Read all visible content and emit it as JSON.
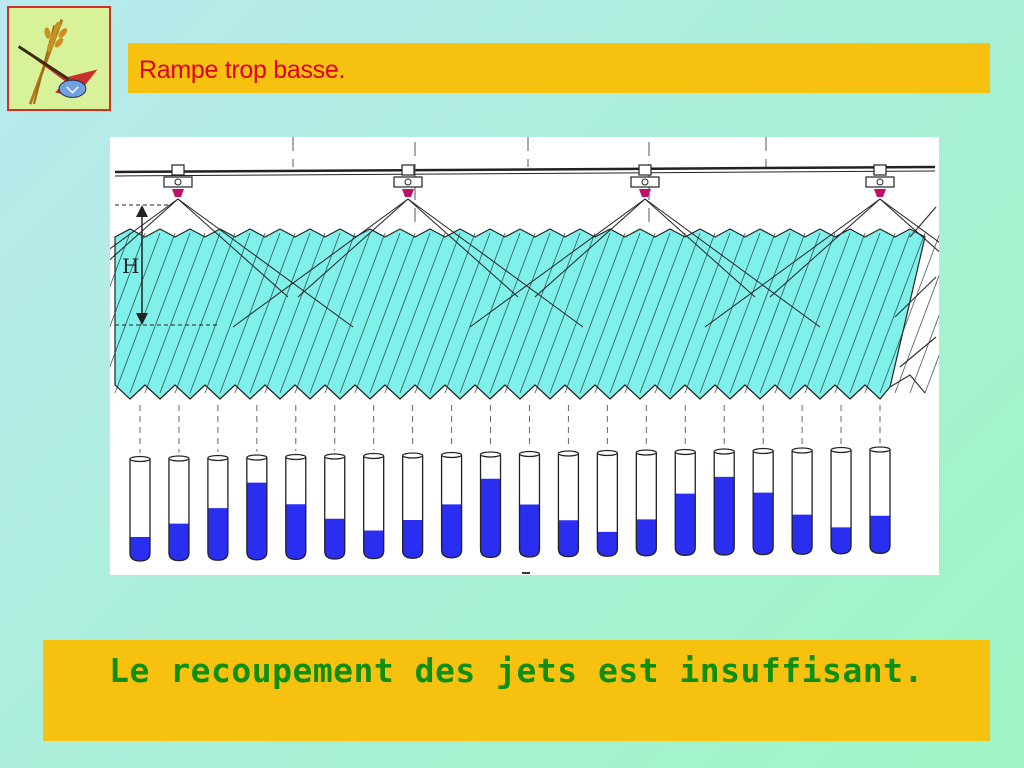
{
  "slide": {
    "title": "Rampe trop basse.",
    "caption": "Le recoupement des jets est insuffisant."
  },
  "diagram": {
    "height_label": "H",
    "nozzle_count": 4,
    "tube_fill_levels": [
      0.22,
      0.35,
      0.5,
      0.75,
      0.53,
      0.38,
      0.26,
      0.36,
      0.51,
      0.76,
      0.5,
      0.34,
      0.22,
      0.34,
      0.59,
      0.75,
      0.59,
      0.37,
      0.24,
      0.35
    ]
  },
  "colors": {
    "background": "#aeeedd",
    "title_bar": "#f7c20f",
    "title_text": "#e0001c",
    "caption_text": "#0f8f10",
    "spray_fill": "#7ff0ea",
    "tube_liquid": "#2a2ef0",
    "nozzle_tip": "#c0106a"
  },
  "icons": {
    "logo": "wheat-plough-logo-icon"
  }
}
